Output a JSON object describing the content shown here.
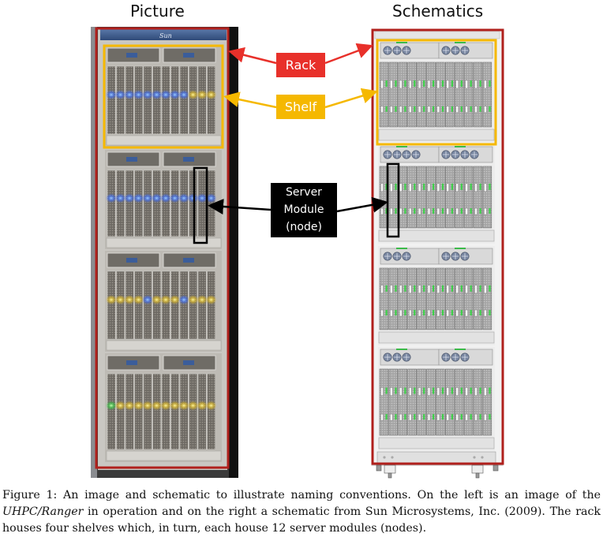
{
  "figure": {
    "panels": [
      {
        "title": "Picture",
        "kind": "photo"
      },
      {
        "title": "Schematics",
        "kind": "schematic"
      }
    ],
    "labels": {
      "rack": {
        "text": "Rack",
        "color": "#e8302a"
      },
      "shelf": {
        "text": "Shelf",
        "color": "#f5b800"
      },
      "server_module": {
        "lines": [
          "Server",
          "Module",
          "(node)"
        ],
        "color": "#000000"
      }
    },
    "photo_brand_text": "Sun",
    "shelves_per_rack": 4,
    "modules_per_shelf": 12
  },
  "caption": {
    "line1": "Figure 1: An image and schematic to illustrate naming conventions. On the left is an image of the",
    "line2_italic": "UHPC/Ranger",
    "line2_rest": " in operation and on the right a schematic from Sun Microsystems, Inc. (2009). The rack",
    "line3": "houses four shelves which, in turn, each house 12 server modules (nodes)."
  },
  "colors": {
    "rack_frame": "#b0201c",
    "shelf_frame": "#f5b800",
    "module_frame": "#000000"
  }
}
